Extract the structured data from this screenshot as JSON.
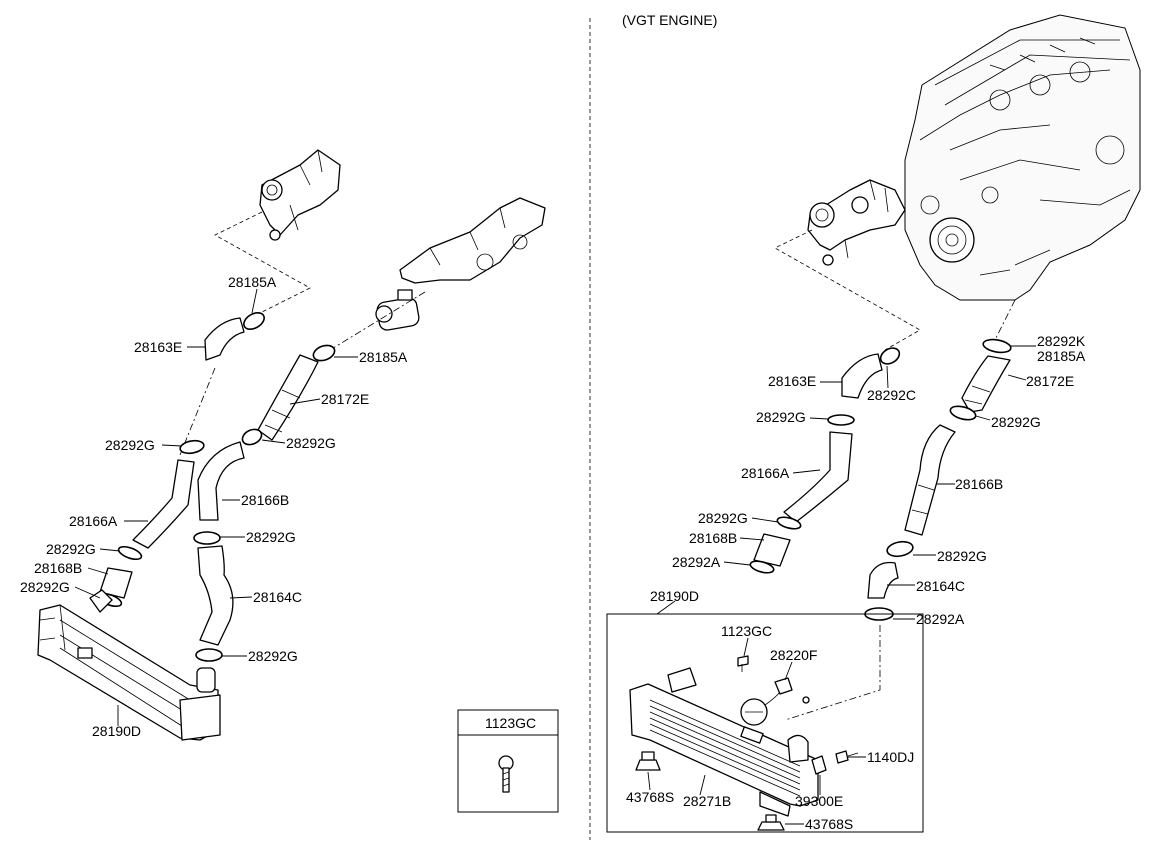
{
  "header": {
    "right_title": "(VGT ENGINE)"
  },
  "left": {
    "labels": [
      {
        "id": "l1",
        "text": "28185A"
      },
      {
        "id": "l2",
        "text": "28163E"
      },
      {
        "id": "l3",
        "text": "28185A"
      },
      {
        "id": "l4",
        "text": "28172E"
      },
      {
        "id": "l5",
        "text": "28292G"
      },
      {
        "id": "l6",
        "text": "28292G"
      },
      {
        "id": "l7",
        "text": "28166B"
      },
      {
        "id": "l8",
        "text": "28166A"
      },
      {
        "id": "l9",
        "text": "28292G"
      },
      {
        "id": "l10",
        "text": "28292G"
      },
      {
        "id": "l11",
        "text": "28168B"
      },
      {
        "id": "l12",
        "text": "28292G"
      },
      {
        "id": "l13",
        "text": "28164C"
      },
      {
        "id": "l14",
        "text": "28292G"
      },
      {
        "id": "l15",
        "text": "28190D"
      }
    ]
  },
  "inset": {
    "title": "1123GC"
  },
  "right": {
    "labels": [
      {
        "id": "r1",
        "text": "28292K"
      },
      {
        "id": "r2",
        "text": "28185A"
      },
      {
        "id": "r3",
        "text": "28163E"
      },
      {
        "id": "r4",
        "text": "28292C"
      },
      {
        "id": "r5",
        "text": "28172E"
      },
      {
        "id": "r6",
        "text": "28292G"
      },
      {
        "id": "r7",
        "text": "28292G"
      },
      {
        "id": "r8",
        "text": "28166A"
      },
      {
        "id": "r9",
        "text": "28166B"
      },
      {
        "id": "r10",
        "text": "28292G"
      },
      {
        "id": "r11",
        "text": "28168B"
      },
      {
        "id": "r12",
        "text": "28292A"
      },
      {
        "id": "r13",
        "text": "28292G"
      },
      {
        "id": "r14",
        "text": "28164C"
      },
      {
        "id": "r15",
        "text": "28190D"
      },
      {
        "id": "r16",
        "text": "28292A"
      },
      {
        "id": "r17",
        "text": "1123GC"
      },
      {
        "id": "r18",
        "text": "28220F"
      },
      {
        "id": "r19",
        "text": "1140DJ"
      },
      {
        "id": "r20",
        "text": "43768S"
      },
      {
        "id": "r21",
        "text": "28271B"
      },
      {
        "id": "r22",
        "text": "39300E"
      },
      {
        "id": "r23",
        "text": "43768S"
      }
    ]
  }
}
